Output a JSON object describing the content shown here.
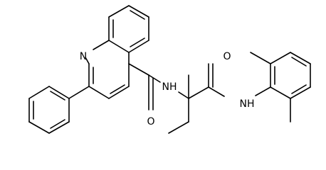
{
  "molecule": {
    "atom_labels": {
      "quinoline_n": "N",
      "amide_nh_left": "NH",
      "amide_o_left": "O",
      "amide_o_right": "O",
      "amide_nh_right": "NH"
    },
    "colors": {
      "bond": "#000000",
      "label": "#000000",
      "background": "#ffffff"
    }
  }
}
